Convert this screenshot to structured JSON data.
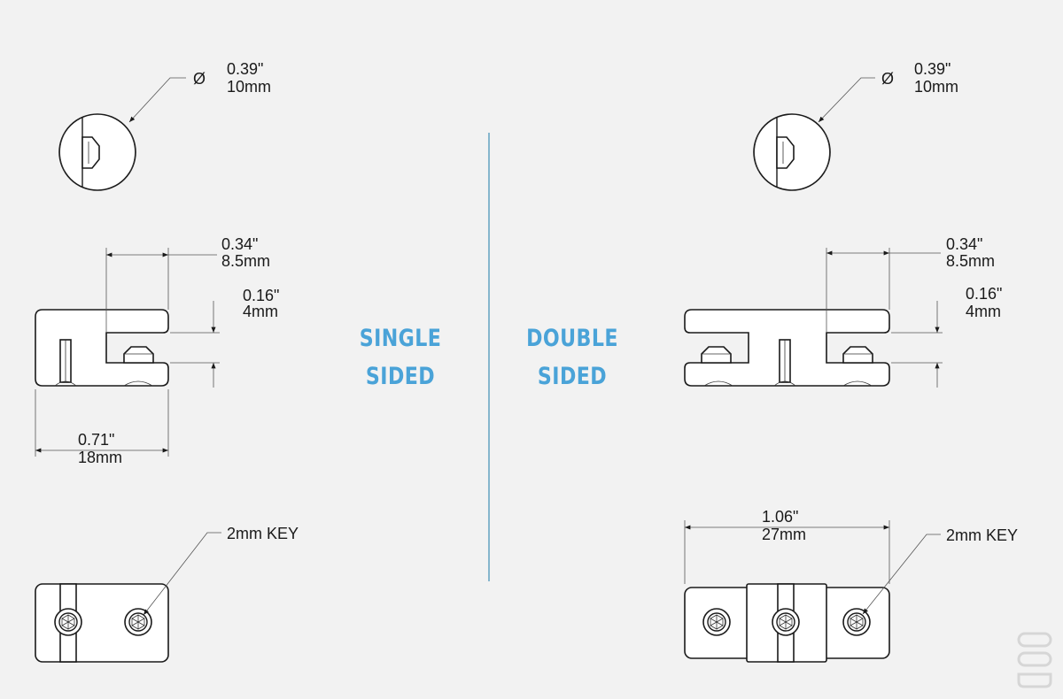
{
  "colors": {
    "background": "#f2f2f2",
    "accent": "#4aa3d8",
    "divider": "#3f8fb5",
    "line": "#1a1a1a"
  },
  "single": {
    "title_line1": "SINGLE",
    "title_line2": "SIDED",
    "diameter_symbol": "Ø",
    "diameter_in": "0.39\"",
    "diameter_mm": "10mm",
    "depth_in": "0.34\"",
    "depth_mm": "8.5mm",
    "gap_in": "0.16\"",
    "gap_mm": "4mm",
    "length_in": "0.71\"",
    "length_mm": "18mm",
    "key_label": "2mm KEY"
  },
  "double": {
    "title_line1": "DOUBLE",
    "title_line2": "SIDED",
    "diameter_symbol": "Ø",
    "diameter_in": "0.39\"",
    "diameter_mm": "10mm",
    "depth_in": "0.34\"",
    "depth_mm": "8.5mm",
    "gap_in": "0.16\"",
    "gap_mm": "4mm",
    "length_in": "1.06\"",
    "length_mm": "27mm",
    "key_label": "2mm KEY"
  },
  "logo_icon": "brand-logo-icon"
}
